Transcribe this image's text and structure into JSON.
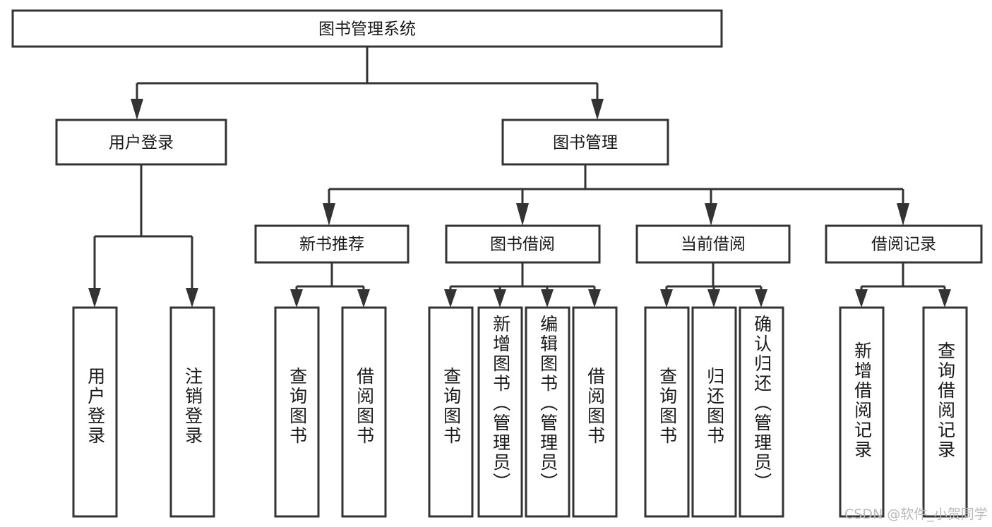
{
  "diagram": {
    "type": "tree-hierarchy",
    "title": "图书管理系统",
    "root": {
      "id": "root",
      "label": "图书管理系统"
    },
    "level2": [
      {
        "id": "user-login",
        "label": "用户登录"
      },
      {
        "id": "book-manage",
        "label": "图书管理"
      }
    ],
    "level3": [
      {
        "id": "new-book-rec",
        "label": "新书推荐",
        "parent": "book-manage"
      },
      {
        "id": "book-borrow",
        "label": "图书借阅",
        "parent": "book-manage"
      },
      {
        "id": "current-borrow",
        "label": "当前借阅",
        "parent": "book-manage"
      },
      {
        "id": "borrow-record",
        "label": "借阅记录",
        "parent": "book-manage"
      }
    ],
    "leaves": [
      {
        "id": "leaf-user-login",
        "label": "用户登录",
        "parent": "user-login"
      },
      {
        "id": "leaf-logout",
        "label": "注销登录",
        "parent": "user-login"
      },
      {
        "id": "leaf-query-book-1",
        "label": "查询图书",
        "parent": "new-book-rec"
      },
      {
        "id": "leaf-borrow-book-1",
        "label": "借阅图书",
        "parent": "new-book-rec"
      },
      {
        "id": "leaf-query-book-2",
        "label": "查询图书",
        "parent": "book-borrow"
      },
      {
        "id": "leaf-add-book",
        "label": "新增图书（管理员）",
        "parent": "book-borrow"
      },
      {
        "id": "leaf-edit-book",
        "label": "编辑图书（管理员）",
        "parent": "book-borrow"
      },
      {
        "id": "leaf-borrow-book-2",
        "label": "借阅图书",
        "parent": "book-borrow"
      },
      {
        "id": "leaf-query-book-3",
        "label": "查询图书",
        "parent": "current-borrow"
      },
      {
        "id": "leaf-return-book",
        "label": "归还图书",
        "parent": "current-borrow"
      },
      {
        "id": "leaf-confirm-return",
        "label": "确认归还（管理员）",
        "parent": "current-borrow"
      },
      {
        "id": "leaf-add-record",
        "label": "新增借阅记录",
        "parent": "borrow-record"
      },
      {
        "id": "leaf-query-record",
        "label": "查询借阅记录",
        "parent": "borrow-record"
      }
    ]
  },
  "watermark": {
    "text": "CSDN @软件_小贺同学"
  },
  "colors": {
    "stroke": "#333333",
    "box_fill": "#ffffff",
    "text": "#1a1a1a",
    "watermark": "#b9b9b9",
    "page_background": "#ffffff"
  }
}
